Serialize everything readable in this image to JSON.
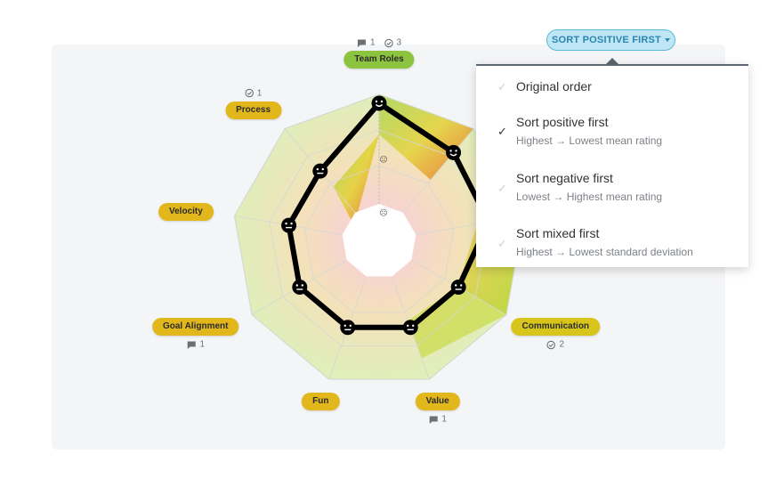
{
  "sort_button": {
    "label": "SORT POSITIVE FIRST"
  },
  "menu": {
    "options": [
      {
        "label": "Original order",
        "sub": "",
        "checked": false
      },
      {
        "label": "Sort positive first",
        "sub": "Highest → Lowest mean rating",
        "checked": true
      },
      {
        "label": "Sort negative first",
        "sub": "Lowest → Highest mean rating",
        "checked": false
      },
      {
        "label": "Sort mixed first",
        "sub": "Highest → Lowest standard deviation",
        "checked": false
      }
    ]
  },
  "radar": {
    "categories": [
      {
        "label": "Team Roles",
        "color": "#8dc43f",
        "comments": 1,
        "checks": 3,
        "rating": 3
      },
      {
        "label": "Communication",
        "color": "#d8c51c",
        "comments": 0,
        "checks": 2,
        "rating": 2
      },
      {
        "label": "Value",
        "color": "#e2b71c",
        "comments": 1,
        "checks": 0,
        "rating": 2
      },
      {
        "label": "Fun",
        "color": "#e2b71c",
        "comments": 0,
        "checks": 0,
        "rating": 2
      },
      {
        "label": "Goal Alignment",
        "color": "#e2b71c",
        "comments": 1,
        "checks": 0,
        "rating": 2
      },
      {
        "label": "Velocity",
        "color": "#e2b71c",
        "comments": 0,
        "checks": 0,
        "rating": 2
      },
      {
        "label": "Process",
        "color": "#e2b71c",
        "comments": 0,
        "checks": 1,
        "rating": 2
      }
    ],
    "scale_icons": [
      "neutral-face-icon",
      "sad-face-icon"
    ],
    "accent": "#000000"
  }
}
